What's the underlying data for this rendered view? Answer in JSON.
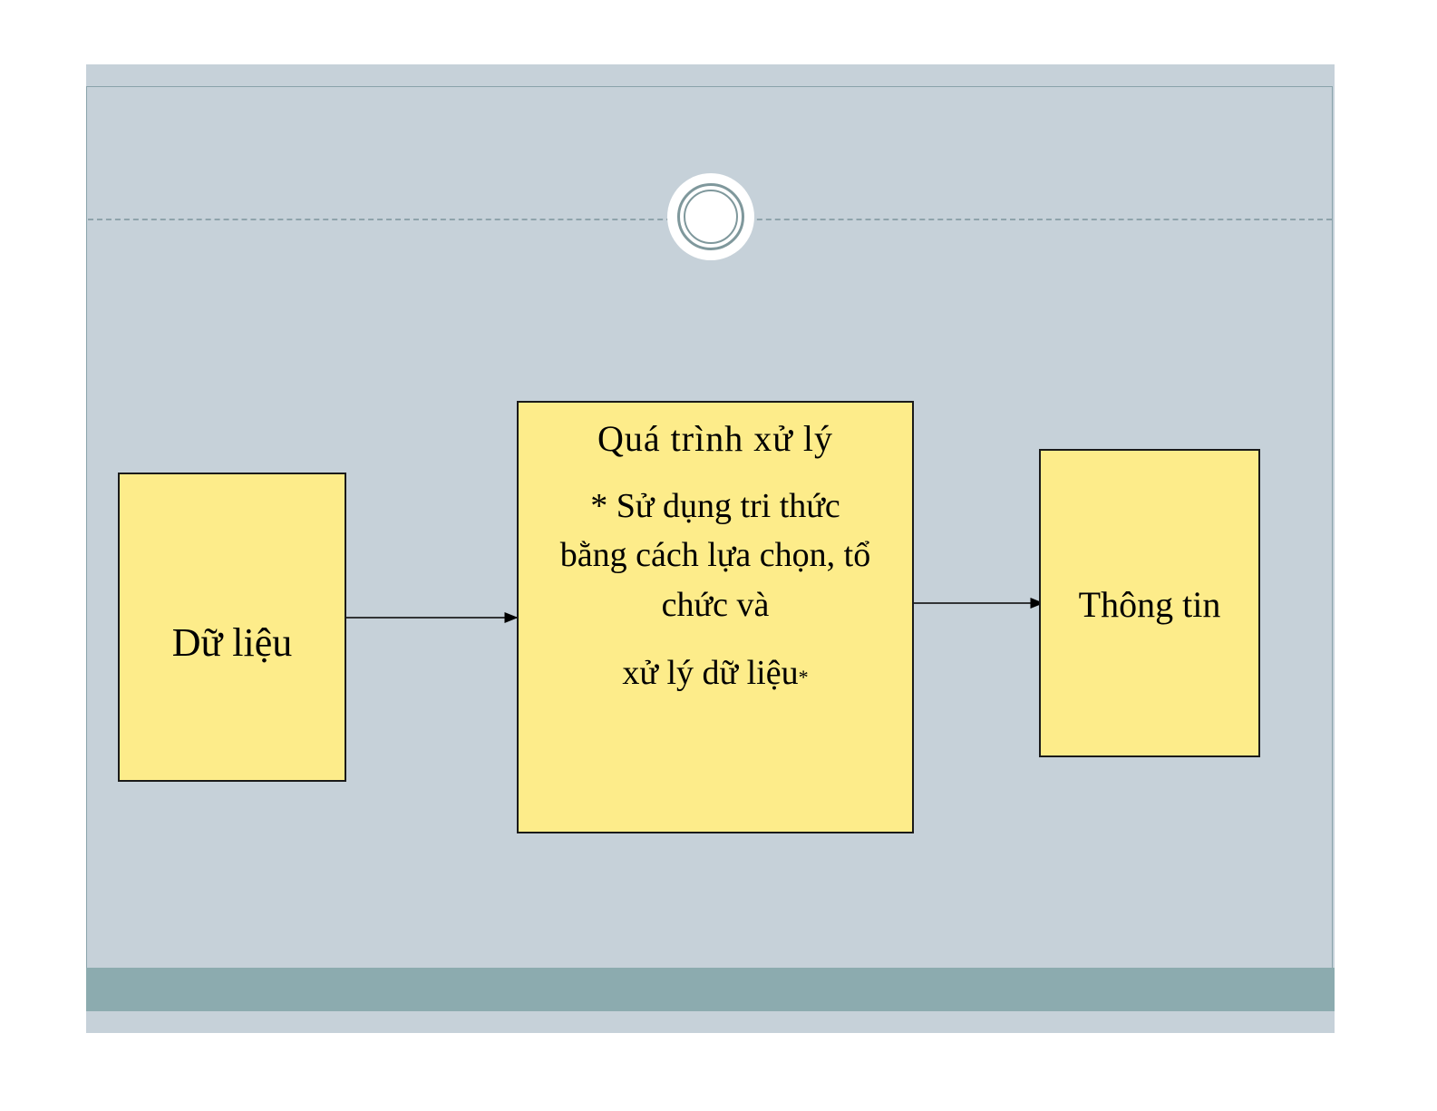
{
  "diagram": {
    "input_box": {
      "label": "Dữ liệu"
    },
    "process_box": {
      "title": "Quá trình xử lý",
      "line1": "* Sử dụng tri thức",
      "line2": "bằng cách lựa chọn, tổ",
      "line3": "chức và",
      "line4": "xử lý dữ liệu",
      "line4_suffix": "*"
    },
    "output_box": {
      "label": "Thông tin"
    }
  },
  "colors": {
    "slide_background": "#c6d1d9",
    "box_fill": "#fdec8a",
    "footer_band": "#8cabaf",
    "ornament_ring": "#7f989c"
  },
  "icons": [
    "circle-ornament-icon"
  ]
}
